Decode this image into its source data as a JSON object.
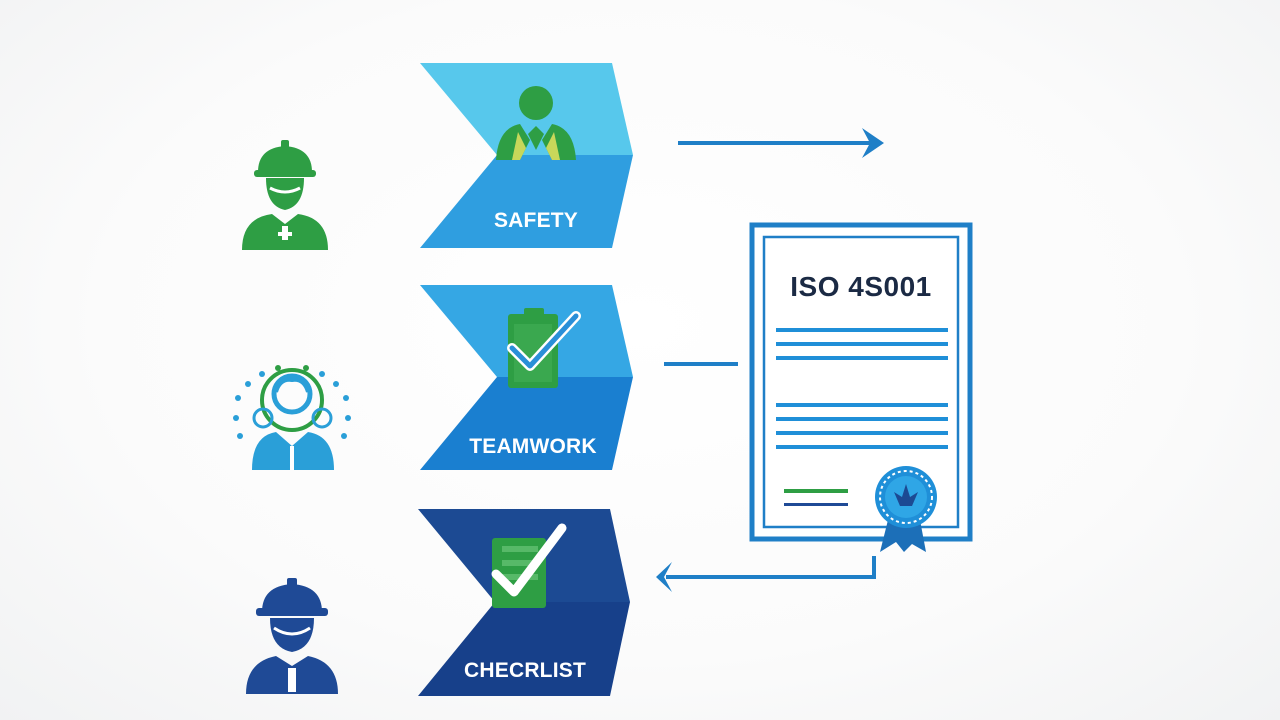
{
  "steps": [
    {
      "label": "SAFETY",
      "icon": "workers-icon"
    },
    {
      "label": "TEAMWORK",
      "icon": "clipboard-check-icon"
    },
    {
      "label": "CHECRLIST",
      "icon": "clipboard-check-icon"
    }
  ],
  "people": [
    {
      "icon": "worker-hardhat-icon",
      "color": "#2e9e44"
    },
    {
      "icon": "team-network-icon",
      "color": "#2a9fd8"
    },
    {
      "icon": "worker-hardhat-icon",
      "color": "#1f4a96"
    }
  ],
  "certificate": {
    "title": "ISO 4S001",
    "seal_icon": "certificate-seal-icon"
  },
  "colors": {
    "safety_top": "#57c8ec",
    "safety_bottom": "#2f9ee0",
    "teamwork_top": "#35a7e4",
    "teamwork_bottom": "#1a7fd0",
    "checklist": "#1c4a93",
    "checklist_bottom": "#17408a",
    "green": "#2e9e44",
    "certificate_border": "#1f7fc7",
    "arrow": "#1f7fc7"
  }
}
